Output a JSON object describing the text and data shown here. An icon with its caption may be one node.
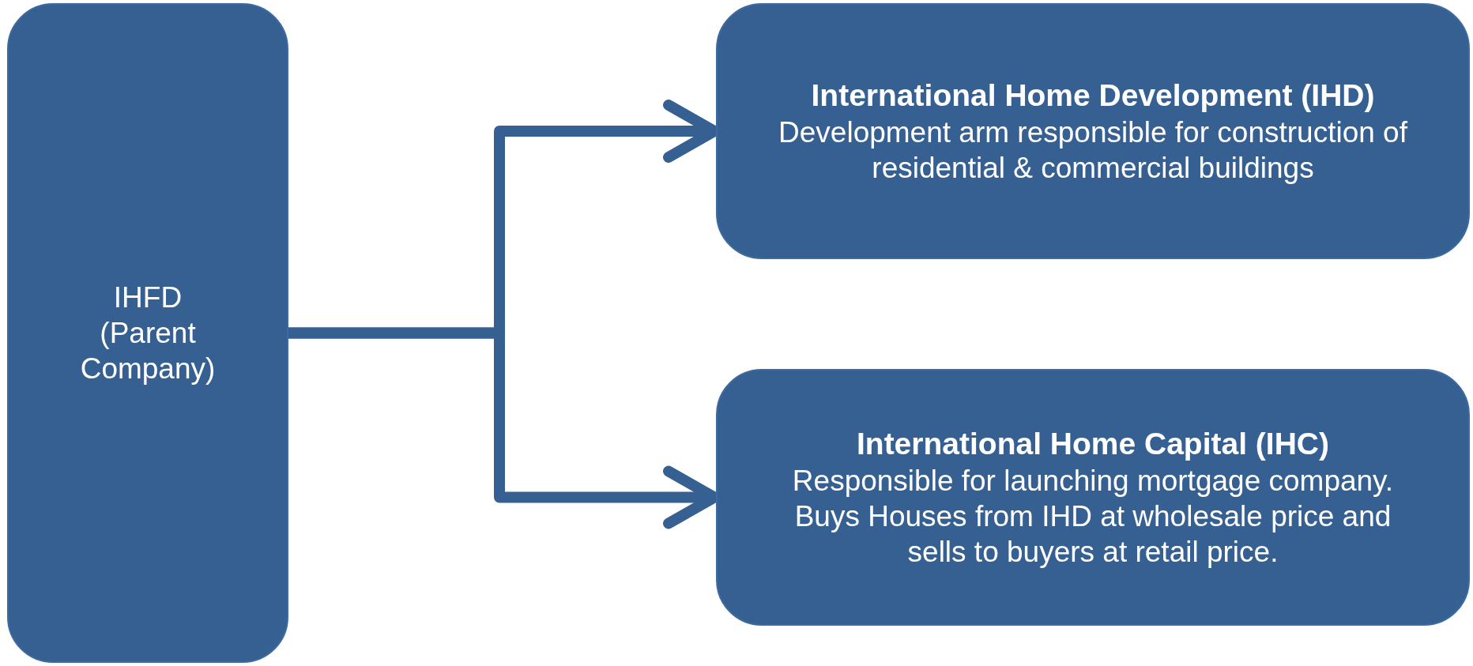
{
  "diagram": {
    "nodes": [
      {
        "text": [
          "IHFD (Parent Company)"
        ]
      },
      {
        "text": [
          "International Home Development (IHD)",
          "Development arm responsible for construction of residential & commercial buildings"
        ]
      },
      {
        "text": [
          "International Home Capital (IHC)",
          "Responsible for launching mortgage company. Buys Houses from IHD at wholesale price and sells to buyers at retail price."
        ]
      }
    ],
    "edges": [
      {
        "from": 0,
        "to": 1,
        "arrow": "to"
      },
      {
        "from": 0,
        "to": 2,
        "arrow": "to"
      }
    ]
  }
}
